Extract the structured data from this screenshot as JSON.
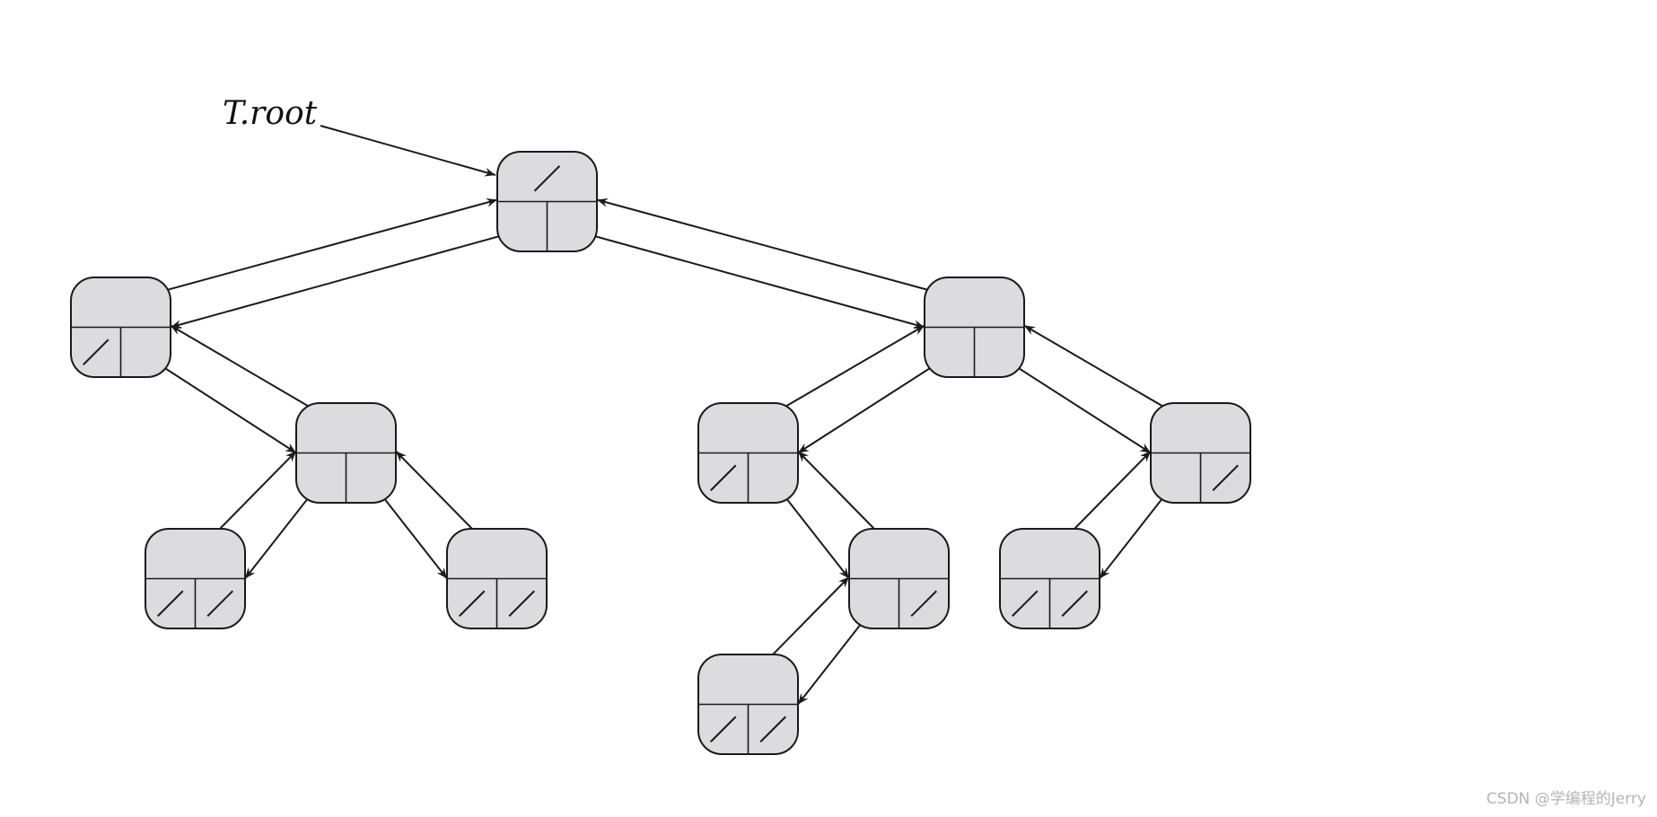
{
  "diagram": {
    "root_label": "T.root",
    "nodes": [
      {
        "id": "root",
        "parent_nil": true,
        "left_nil": false,
        "right_nil": false
      },
      {
        "id": "L",
        "parent_nil": false,
        "left_nil": true,
        "right_nil": false
      },
      {
        "id": "LR",
        "parent_nil": false,
        "left_nil": false,
        "right_nil": false
      },
      {
        "id": "LRL",
        "parent_nil": false,
        "left_nil": true,
        "right_nil": true
      },
      {
        "id": "LRR",
        "parent_nil": false,
        "left_nil": true,
        "right_nil": true
      },
      {
        "id": "R",
        "parent_nil": false,
        "left_nil": false,
        "right_nil": false
      },
      {
        "id": "RL",
        "parent_nil": false,
        "left_nil": true,
        "right_nil": false
      },
      {
        "id": "RLR",
        "parent_nil": false,
        "left_nil": false,
        "right_nil": true
      },
      {
        "id": "RLRL",
        "parent_nil": false,
        "left_nil": true,
        "right_nil": true
      },
      {
        "id": "RR",
        "parent_nil": false,
        "left_nil": false,
        "right_nil": true
      },
      {
        "id": "RRL",
        "parent_nil": false,
        "left_nil": true,
        "right_nil": true
      }
    ],
    "links": [
      {
        "type": "parent",
        "from": "L",
        "to": "root"
      },
      {
        "type": "child",
        "from": "root",
        "to": "L"
      },
      {
        "type": "parent",
        "from": "R",
        "to": "root"
      },
      {
        "type": "child",
        "from": "root",
        "to": "R"
      },
      {
        "type": "child",
        "from": "L",
        "to": "LR"
      },
      {
        "type": "parent",
        "from": "LR",
        "to": "L"
      },
      {
        "type": "parent",
        "from": "LRL",
        "to": "LR"
      },
      {
        "type": "child",
        "from": "LR",
        "to": "LRL"
      },
      {
        "type": "child",
        "from": "LR",
        "to": "LRR"
      },
      {
        "type": "parent",
        "from": "LRR",
        "to": "LR"
      },
      {
        "type": "parent",
        "from": "RL",
        "to": "R"
      },
      {
        "type": "child",
        "from": "R",
        "to": "RL"
      },
      {
        "type": "child",
        "from": "R",
        "to": "RR"
      },
      {
        "type": "parent",
        "from": "RR",
        "to": "R"
      },
      {
        "type": "child",
        "from": "RL",
        "to": "RLR"
      },
      {
        "type": "parent",
        "from": "RLR",
        "to": "RL"
      },
      {
        "type": "parent",
        "from": "RLRL",
        "to": "RLR"
      },
      {
        "type": "child",
        "from": "RLR",
        "to": "RLRL"
      },
      {
        "type": "parent",
        "from": "RRL",
        "to": "RR"
      },
      {
        "type": "child",
        "from": "RR",
        "to": "RRL"
      }
    ],
    "colors": {
      "node_fill": "#dcdcde",
      "stroke": "#1a1a1a",
      "watermark": "#b4b4b4"
    }
  },
  "watermark": "CSDN @学编程的Jerry"
}
